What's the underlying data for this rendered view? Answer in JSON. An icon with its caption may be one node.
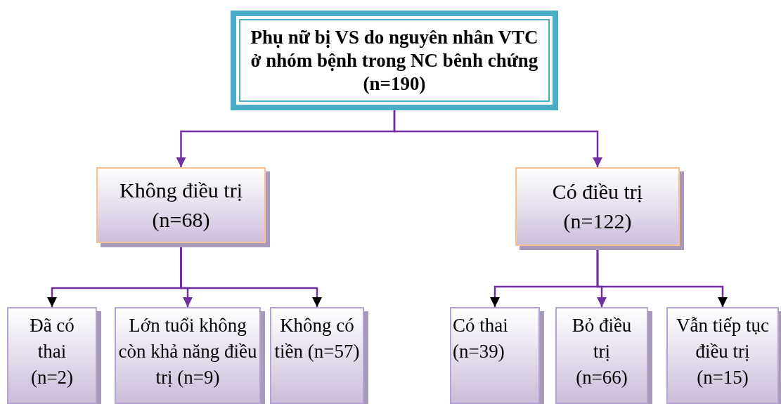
{
  "diagram": {
    "nodes": [
      {
        "text": [
          "Phụ nữ bị VS do nguyên nhân VTC ở nhóm bệnh trong NC bênh chứng (n=190)"
        ]
      },
      {
        "text": [
          "Không điều trị (n=68)"
        ]
      },
      {
        "text": [
          "Có điều trị (n=122)"
        ]
      },
      {
        "text": [
          "Đã có thai (n=2)"
        ]
      },
      {
        "text": [
          "Lớn tuổi không còn khả năng điều trị (n=9)"
        ]
      },
      {
        "text": [
          "Không có tiền (n=57)"
        ]
      },
      {
        "text": [
          "Có thai (n=39)"
        ]
      },
      {
        "text": [
          "Bỏ điều trị (n=66)"
        ]
      },
      {
        "text": [
          "Vẫn tiếp tục điều trị (n=15)"
        ]
      }
    ],
    "edges": [
      {
        "from": 0,
        "to": 1,
        "arrow": "to"
      },
      {
        "from": 0,
        "to": 2,
        "arrow": "to"
      },
      {
        "from": 1,
        "to": 3,
        "arrow": "to"
      },
      {
        "from": 1,
        "to": 4,
        "arrow": "to"
      },
      {
        "from": 1,
        "to": 5,
        "arrow": "to"
      },
      {
        "from": 2,
        "to": 6,
        "arrow": "to"
      },
      {
        "from": 2,
        "to": 7,
        "arrow": "to"
      },
      {
        "from": 2,
        "to": 8,
        "arrow": "to"
      }
    ]
  }
}
